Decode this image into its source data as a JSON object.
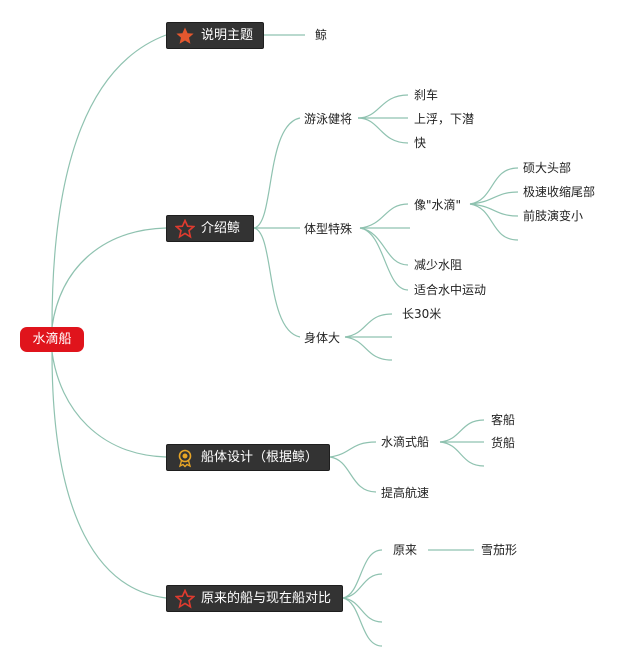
{
  "root": {
    "label": "水滴船",
    "color": "#e0141c"
  },
  "topics": [
    {
      "label": "说明主题",
      "icon": "star-icon-filled"
    },
    {
      "label": "介绍鲸",
      "icon": "star-icon-outline"
    },
    {
      "label": "船体设计（根据鲸）",
      "icon": "award-medal-icon"
    },
    {
      "label": "原来的船与现在船对比",
      "icon": "star-icon-outline"
    }
  ],
  "subtopics": {
    "whale": "鲸",
    "swim": "游泳健将",
    "swim_children": [
      "刹车",
      "上浮，下潜",
      "快"
    ],
    "body_shape": "体型特殊",
    "drop_shape": "像\"水滴\"",
    "drop_children": [
      "硕大头部",
      "极速收缩尾部",
      "前肢演变小"
    ],
    "body_children": [
      "减少水阻",
      "适合水中运动"
    ],
    "big_body": "身体大",
    "big_children": [
      "长30米"
    ],
    "drop_ship": "水滴式船",
    "drop_ship_children": [
      "客船",
      "货船"
    ],
    "speed_up": "提高航速",
    "original": "原来",
    "original_children": [
      "雪茄形"
    ]
  },
  "colors": {
    "branch": "#8fc2b0",
    "topic_bg": "#333333",
    "star_filled": "#e4572e",
    "star_outline": "#e03b2f",
    "medal": "#e8a526"
  }
}
